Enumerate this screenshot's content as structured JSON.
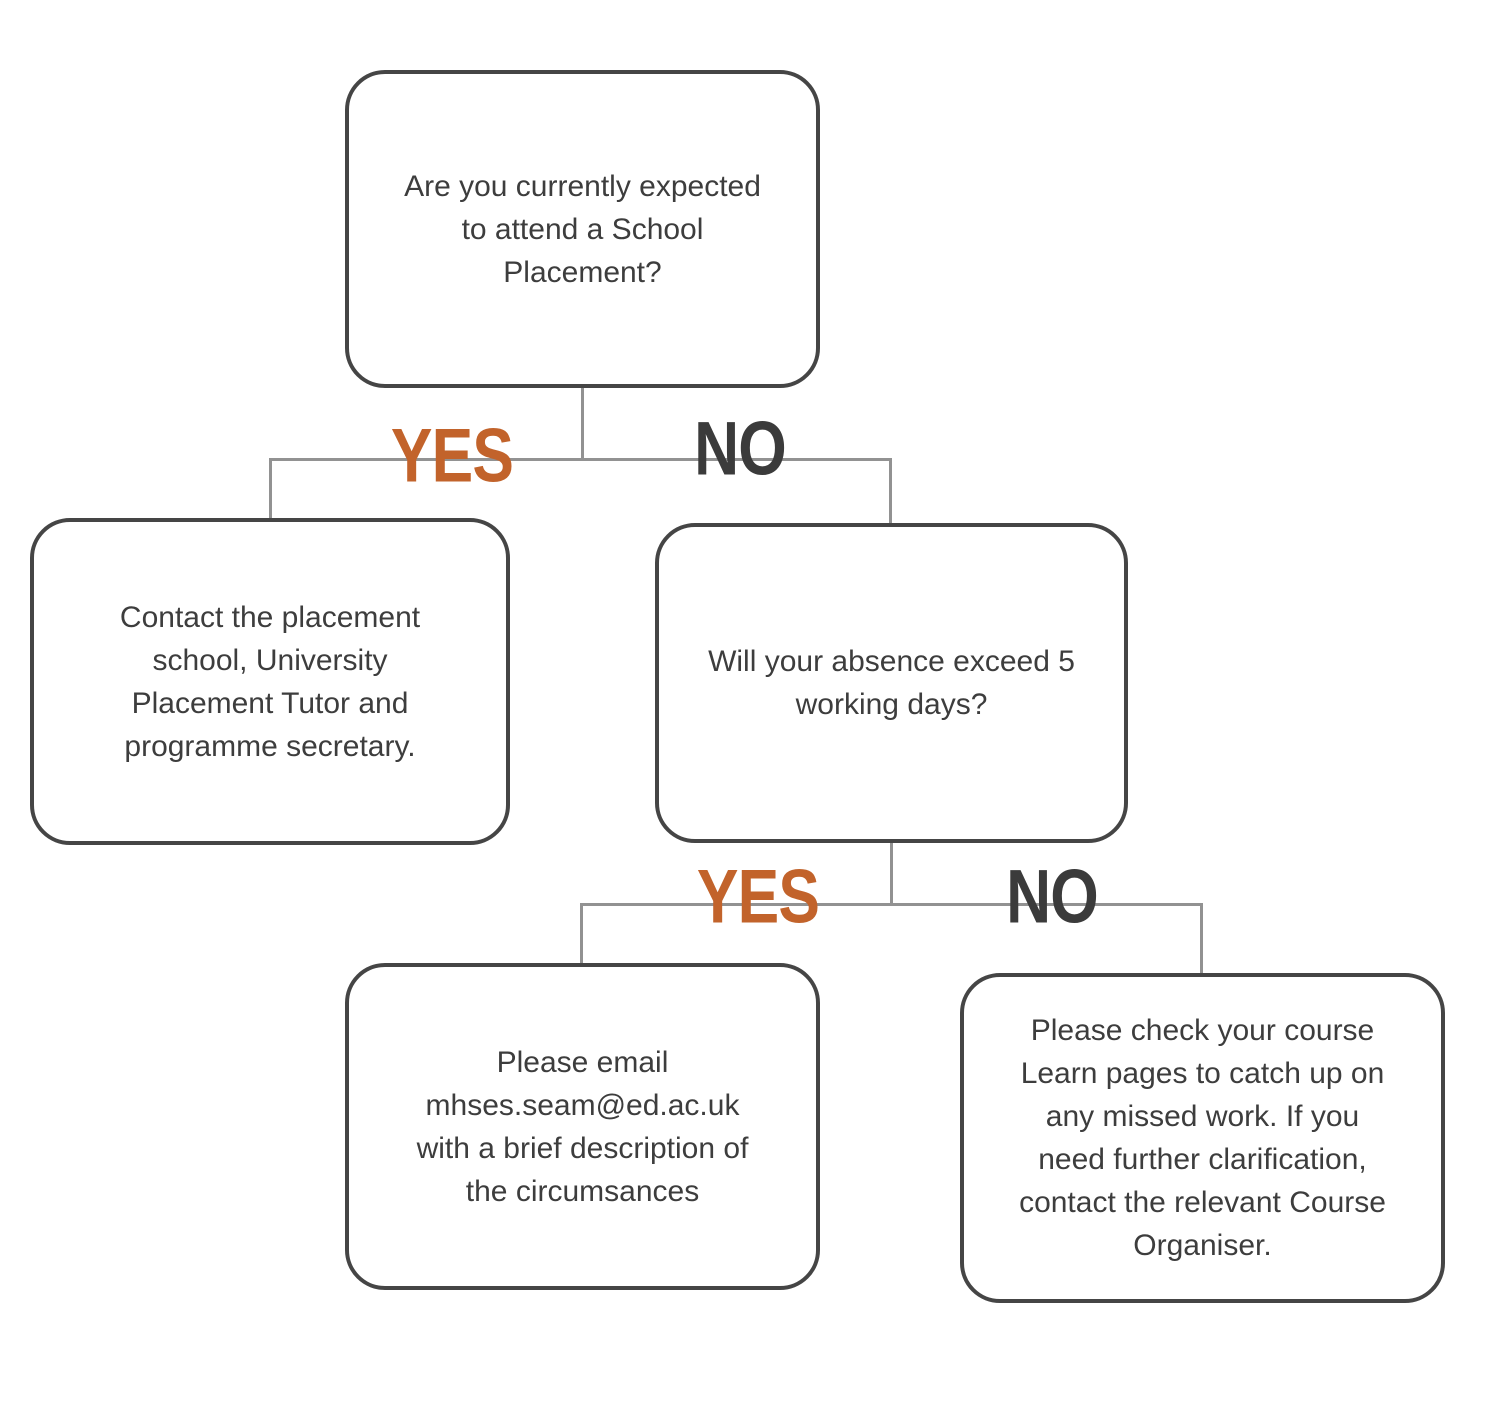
{
  "colors": {
    "yes_label": "#c2632b",
    "no_label": "#3b3b3b",
    "box_border": "#454545",
    "connector": "#929292",
    "text": "#3d3d3d",
    "background": "#ffffff"
  },
  "flowchart": {
    "q1": {
      "lines": [
        "Are you currently expected",
        "to attend a School",
        "Placement?"
      ]
    },
    "action_contact": {
      "lines": [
        "Contact the placement",
        "school, University",
        "Placement Tutor and",
        "programme secretary."
      ]
    },
    "q2": {
      "lines": [
        "Will your absence exceed 5",
        "working days?"
      ]
    },
    "action_email": {
      "lines": [
        "Please email",
        "mhses.seam@ed.ac.uk",
        "with a brief description of",
        "the circumsances"
      ]
    },
    "action_learn": {
      "lines": [
        "Please check your course",
        "Learn pages to catch up on",
        "any missed work. If you",
        "need further clarification,",
        "contact the relevant Course",
        "Organiser."
      ]
    },
    "branch_labels": {
      "q1_yes": "YES",
      "q1_no": "NO",
      "q2_yes": "YES",
      "q2_no": "NO"
    }
  }
}
